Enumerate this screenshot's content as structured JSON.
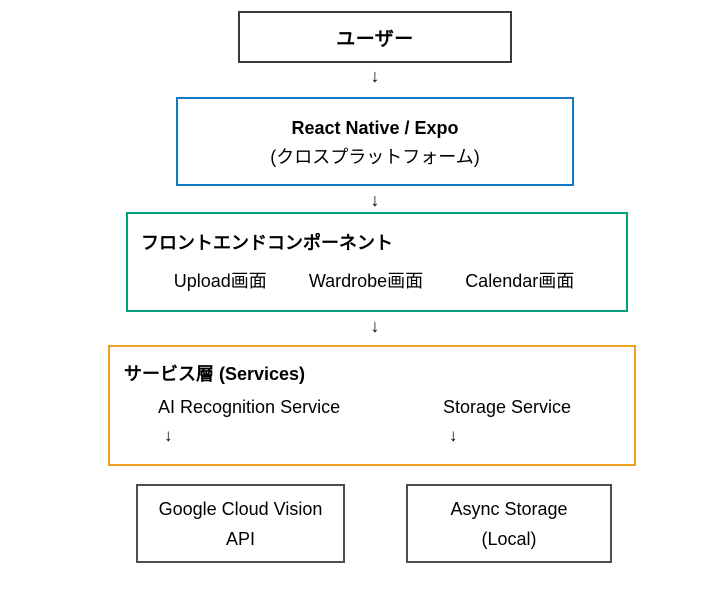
{
  "diagram": {
    "type": "layered-architecture-flow",
    "connector_glyph": "↓",
    "colors": {
      "user_border": "#3a3a3a",
      "app_border": "#1479c4",
      "frontend_border": "#00a07a",
      "services_border": "#f0a020",
      "leaf_border": "#4d4d4d",
      "background": "#ffffff",
      "text": "#000000"
    },
    "layers": {
      "user": {
        "title": "ユーザー"
      },
      "app": {
        "title": "React Native / Expo",
        "subtitle": "(クロスプラットフォーム)"
      },
      "frontend": {
        "heading": "フロントエンドコンポーネント",
        "screens": [
          "Upload画面",
          "Wardrobe画面",
          "Calendar画面"
        ]
      },
      "services": {
        "heading": "サービス層 (Services)",
        "items": [
          {
            "label": "AI Recognition Service",
            "arrow": "↓"
          },
          {
            "label": "Storage Service",
            "arrow": "↓"
          }
        ]
      },
      "leaves": [
        {
          "lines": [
            "Google Cloud Vision",
            "API"
          ]
        },
        {
          "lines": [
            "Async Storage",
            "(Local)"
          ]
        }
      ]
    },
    "connectors": [
      {
        "glyph": "↓"
      },
      {
        "glyph": "↓"
      },
      {
        "glyph": "↓"
      }
    ]
  }
}
